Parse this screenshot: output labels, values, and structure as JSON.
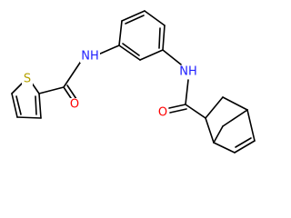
{
  "colors": {
    "bond": "#000000",
    "background": "#ffffff",
    "sulfur": "#b5a200",
    "nitrogen": "#2020ff",
    "oxygen": "#ff0000"
  },
  "atoms": {
    "sulfur": "S",
    "nh_left": "NH",
    "nh_right": "NH",
    "o_left": "O",
    "o_right": "O"
  }
}
